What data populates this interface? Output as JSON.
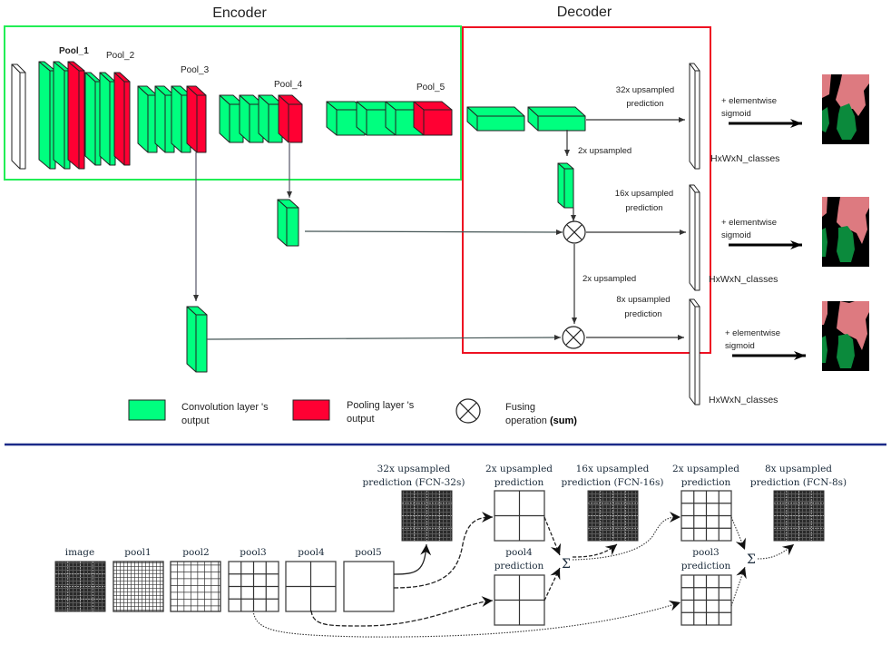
{
  "top": {
    "encoder_title": "Encoder",
    "decoder_title": "Decoder",
    "pool_labels": [
      "Pool_1",
      "Pool_2",
      "Pool_3",
      "Pool_4",
      "Pool_5"
    ],
    "upsample_labels": {
      "p32_line1": "32x upsampled",
      "p32_line2": "prediction",
      "up2_a": "2x upsampled",
      "p16_line1": "16x upsampled",
      "p16_line2": "prediction",
      "up2_b": "2x upsampled",
      "p8_line1": "8x upsampled",
      "p8_line2": "prediction"
    },
    "outputs": [
      {
        "op_line1": "+ elementwise",
        "op_line2": "sigmoid",
        "shape": "HxWxN_classes"
      },
      {
        "op_line1": "+ elementwise",
        "op_line2": "sigmoid",
        "shape": "HxWxN_classes"
      },
      {
        "op_line1": "+ elementwise",
        "op_line2": "sigmoid",
        "shape": "HxWxN_classes"
      }
    ],
    "legend": {
      "conv_line1": "Convolution layer 's",
      "conv_line2": "output",
      "pool_line1": "Pooling layer 's",
      "pool_line2": "output",
      "fuse_line1": "Fusing",
      "fuse_line2a": "operation ",
      "fuse_line2b": "(sum)"
    },
    "colors": {
      "conv": "#00ff7f",
      "pool": "#ff0033",
      "encoder_box": "#22ee55",
      "decoder_box": "#ee1122",
      "seg_pink": "#dd7a80",
      "seg_green": "#0b8a3c",
      "divider": "#1a2a88"
    }
  },
  "bottom": {
    "stages": [
      "image",
      "pool1",
      "pool2",
      "pool3",
      "pool4",
      "pool5"
    ],
    "fcn32_line1": "32x upsampled",
    "fcn32_line2": "prediction (FCN-32s)",
    "up2a_line1": "2x upsampled",
    "up2a_line2": "prediction",
    "pool4pred_line1": "pool4",
    "pool4pred_line2": "prediction",
    "fcn16_line1": "16x upsampled",
    "fcn16_line2": "prediction (FCN-16s)",
    "up2b_line1": "2x upsampled",
    "up2b_line2": "prediction",
    "pool3pred_line1": "pool3",
    "pool3pred_line2": "prediction",
    "fcn8_line1": "8x upsampled",
    "fcn8_line2": "prediction (FCN-8s)",
    "sum_symbol": "Σ"
  }
}
